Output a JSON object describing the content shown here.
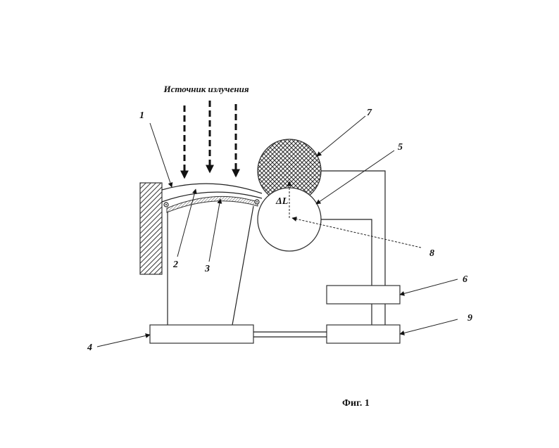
{
  "diagram": {
    "source_label": "Источник излучения",
    "delta_label": "ΔL",
    "caption": "Фиг. 1",
    "labels": [
      "1",
      "2",
      "3",
      "4",
      "5",
      "6",
      "7",
      "8",
      "9"
    ]
  }
}
